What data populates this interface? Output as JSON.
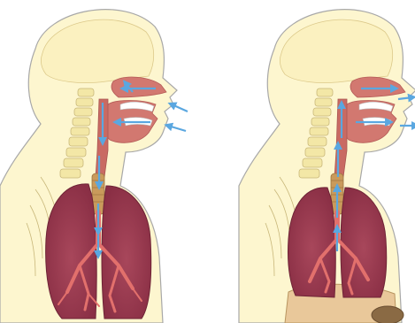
{
  "panels": [
    {
      "phase": "inhalation",
      "airflow_arrow_direction": "inward"
    },
    {
      "phase": "exhalation",
      "airflow_arrow_direction": "outward"
    }
  ],
  "colors": {
    "background": "#ffffff",
    "skin": "#fdf6cf",
    "outline": "#a8a8a8",
    "bone": "#f3e7a6",
    "tissue": "#d27870",
    "lung": "#9e3a4f",
    "lung_dark": "#7d2a3f",
    "bronchi": "#e2706c",
    "trachea": "#c99a5b",
    "teeth": "#ffffff",
    "airflow_arrow": "#5aa7e0"
  }
}
